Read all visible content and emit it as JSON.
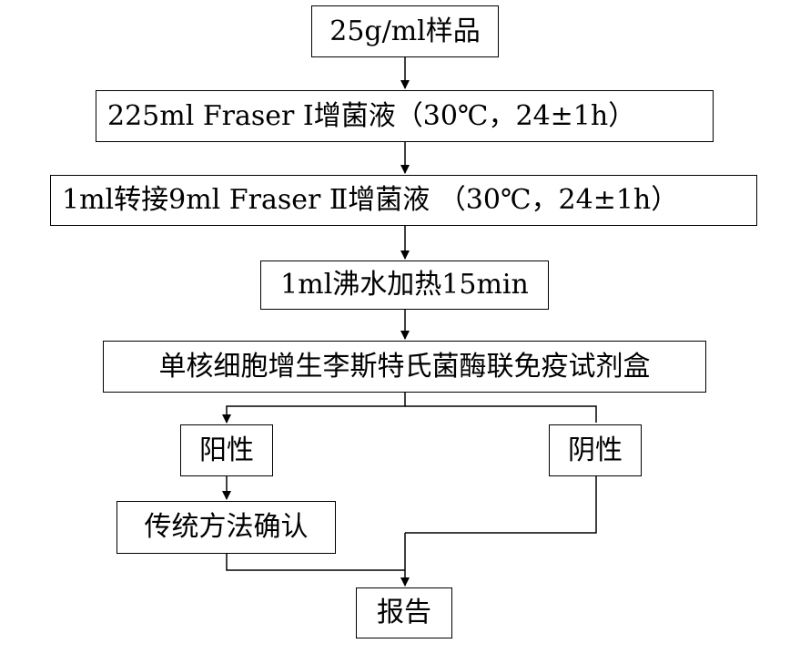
{
  "flowchart": {
    "steps": {
      "sample": "25g/ml样品",
      "enrich1": "225ml Fraser Ⅰ增菌液（30℃，24±1h）",
      "enrich2": "1ml转接9ml Fraser Ⅱ增菌液 （30℃，24±1h）",
      "heat": "1ml沸水加热15min",
      "elisa": "单核细胞增生李斯特氏菌酶联免疫试剂盒",
      "positive": "阳性",
      "negative": "阴性",
      "confirm": "传统方法确认",
      "report": "报告"
    }
  }
}
